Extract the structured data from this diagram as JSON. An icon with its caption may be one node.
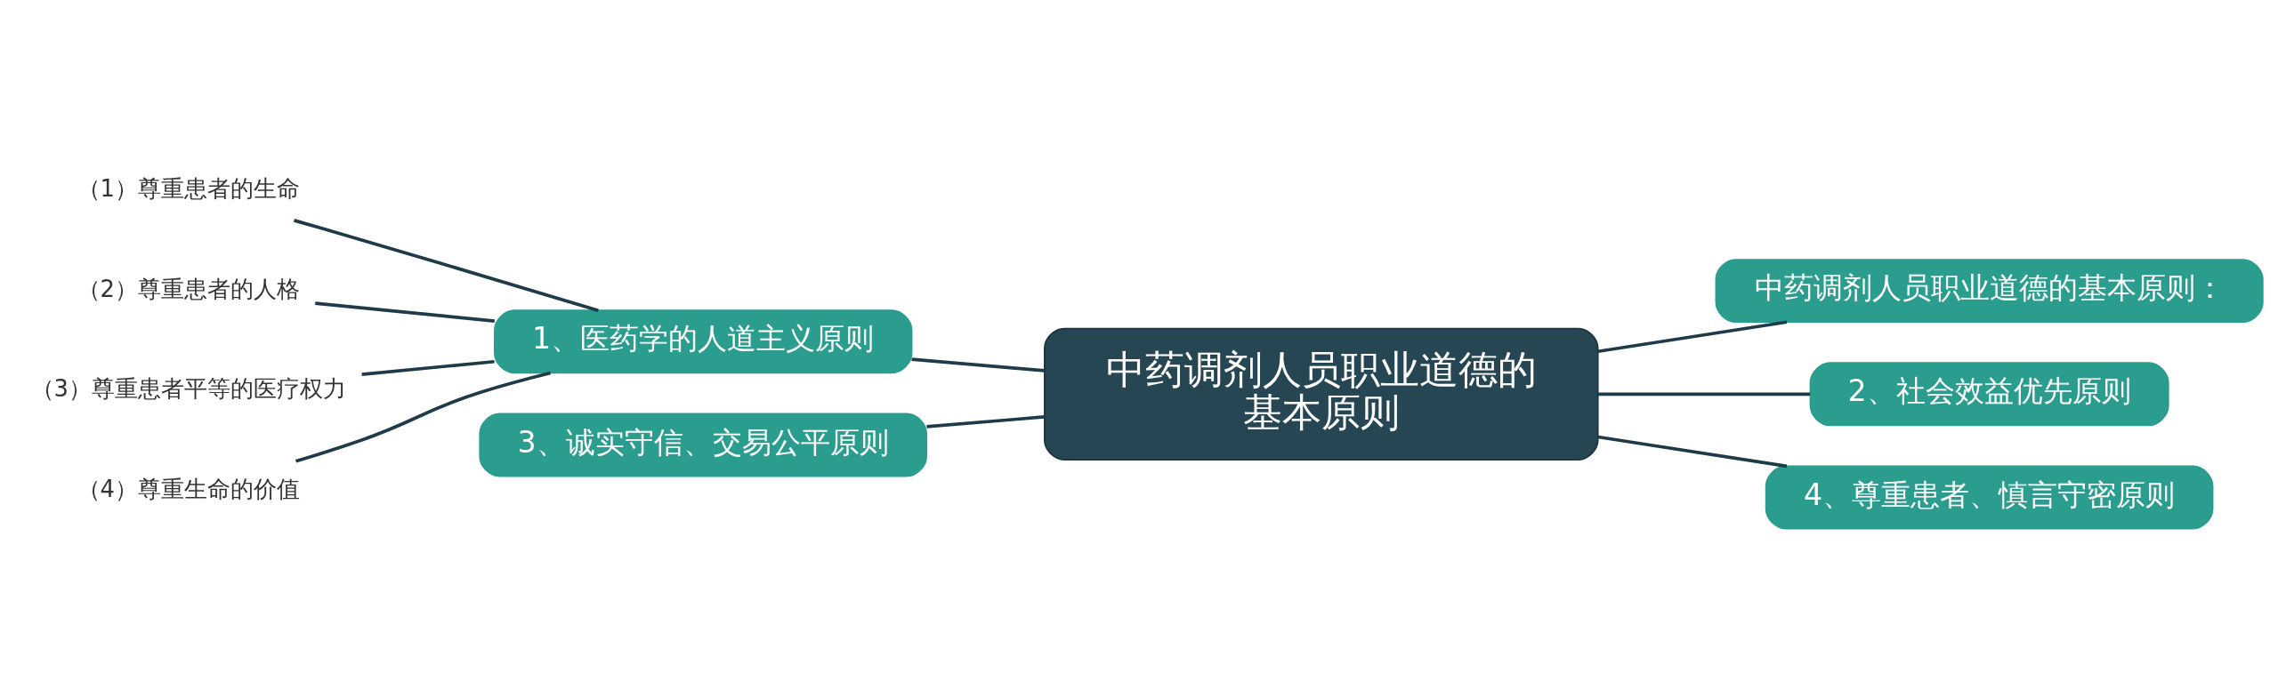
{
  "diagram": {
    "nodes": [
      {
        "text": [
          "（1）尊重患者的生命"
        ]
      },
      {
        "text": [
          "（2）尊重患者的人格"
        ]
      },
      {
        "text": [
          "（3）尊重患者平等的医疗权力"
        ]
      },
      {
        "text": [
          "（4）尊重生命的价值"
        ]
      },
      {
        "text": [
          "1、医药学的人道主义原则"
        ]
      },
      {
        "text": [
          "3、诚实守信、交易公平原则"
        ]
      },
      {
        "text": [
          "中药调剂人员职业道德的基本原则"
        ]
      },
      {
        "text": [
          "中药调剂人员职业道德的基本原则："
        ]
      },
      {
        "text": [
          "2、社会效益优先原则"
        ]
      },
      {
        "text": [
          "4、尊重患者、慎言守密原则"
        ]
      }
    ],
    "edges": [
      {
        "from": 0,
        "to": 4,
        "arrow": "none"
      },
      {
        "from": 1,
        "to": 4,
        "arrow": "none"
      },
      {
        "from": 2,
        "to": 4,
        "arrow": "none"
      },
      {
        "from": 3,
        "to": 4,
        "arrow": "none"
      },
      {
        "from": 4,
        "to": 6,
        "arrow": "none"
      },
      {
        "from": 5,
        "to": 6,
        "arrow": "none"
      },
      {
        "from": 6,
        "to": 7,
        "arrow": "none"
      },
      {
        "from": 6,
        "to": 8,
        "arrow": "none"
      },
      {
        "from": 6,
        "to": 9,
        "arrow": "none"
      }
    ]
  }
}
